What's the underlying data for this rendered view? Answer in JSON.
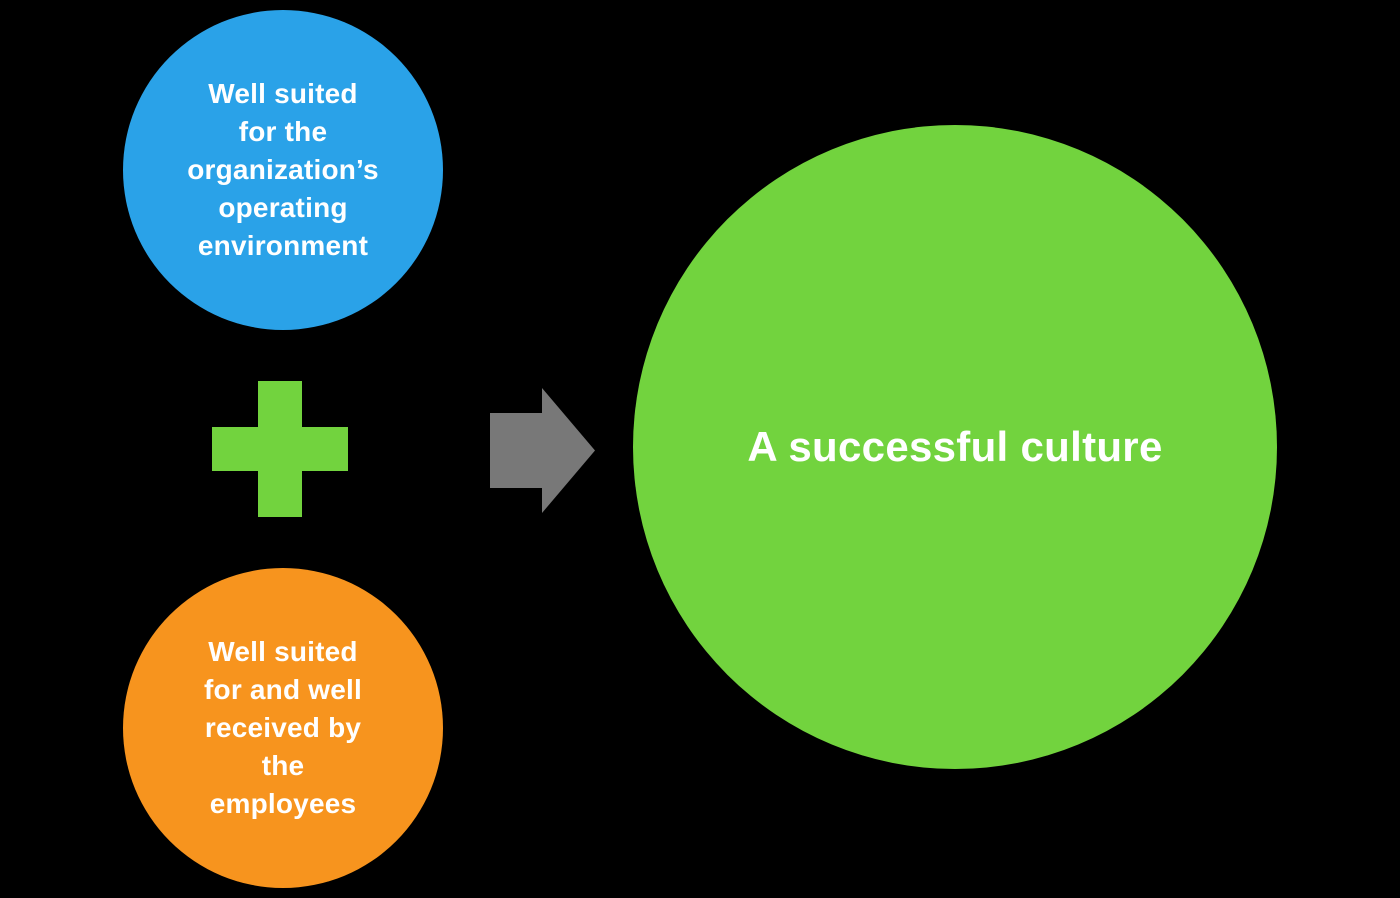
{
  "colors": {
    "background": "#000000",
    "blue_circle": "#2AA2E8",
    "orange_circle": "#F7941E",
    "green": "#72D33E",
    "arrow": "#787878",
    "text": "#FFFFFF"
  },
  "blue_circle": {
    "lines": [
      "Well suited",
      "for the",
      "organization’s",
      "operating",
      "environment"
    ]
  },
  "orange_circle": {
    "lines": [
      "Well suited",
      "for and well",
      "received by",
      "the",
      "employees"
    ]
  },
  "result_circle": {
    "label": "A successful culture"
  },
  "icons": {
    "plus": "plus-icon",
    "arrow": "right-arrow-icon"
  }
}
